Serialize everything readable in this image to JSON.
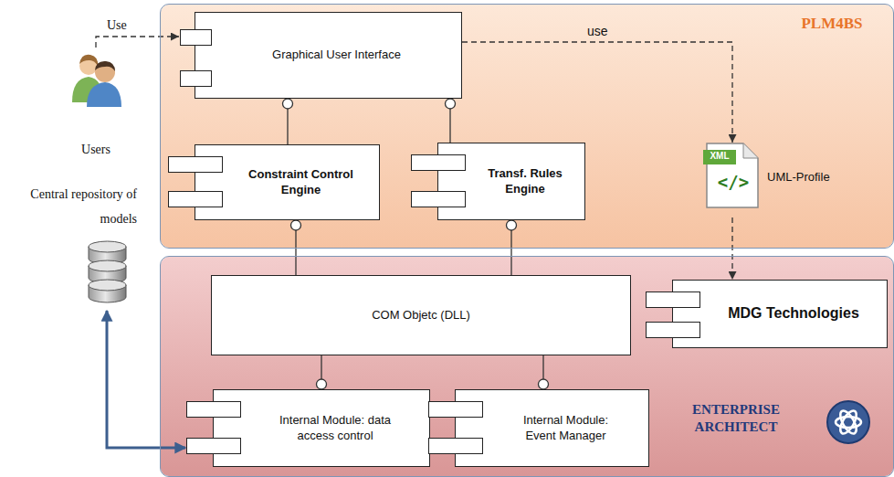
{
  "diagram": {
    "nodes": [
      {
        "text": [
          "PLM4BS"
        ]
      },
      {
        "text": [
          "Users"
        ]
      },
      {
        "text": [
          "Graphical User Interface"
        ],
        "in": 0
      },
      {
        "text": [
          "UML-Profile"
        ],
        "in": 0
      },
      {
        "text": [
          "Constraint Control Engine"
        ],
        "in": 0
      },
      {
        "text": [
          "Transf. Rules Engine"
        ],
        "in": 0
      },
      {
        "text": [
          "Central repository of models"
        ]
      },
      {
        "text": [
          "ENTERPRISE ARCHITECT"
        ]
      },
      {
        "text": [
          "COM Objetc (DLL)"
        ],
        "in": 7
      },
      {
        "text": [
          "MDG Technologies"
        ],
        "in": 7
      },
      {
        "text": [
          "Internal Module: data access control"
        ],
        "in": 7
      },
      {
        "text": [
          "Internal Module: Event Manager"
        ],
        "in": 7
      }
    ],
    "edges": [
      {
        "from": 1,
        "to": 2,
        "arrow": "to",
        "label": "Use"
      },
      {
        "from": 2,
        "to": 3,
        "arrow": "to",
        "label": "use"
      },
      {
        "from": 3,
        "to": 9,
        "arrow": "to"
      },
      {
        "from": 2,
        "to": 4,
        "arrow": "none"
      },
      {
        "from": 2,
        "to": 5,
        "arrow": "none"
      },
      {
        "from": 4,
        "to": 8,
        "arrow": "none"
      },
      {
        "from": 5,
        "to": 8,
        "arrow": "none"
      },
      {
        "from": 8,
        "to": 10,
        "arrow": "none"
      },
      {
        "from": 8,
        "to": 11,
        "arrow": "none"
      },
      {
        "from": 6,
        "to": 10,
        "arrow": "both"
      }
    ],
    "labels": [
      "XML",
      "</>"
    ]
  }
}
